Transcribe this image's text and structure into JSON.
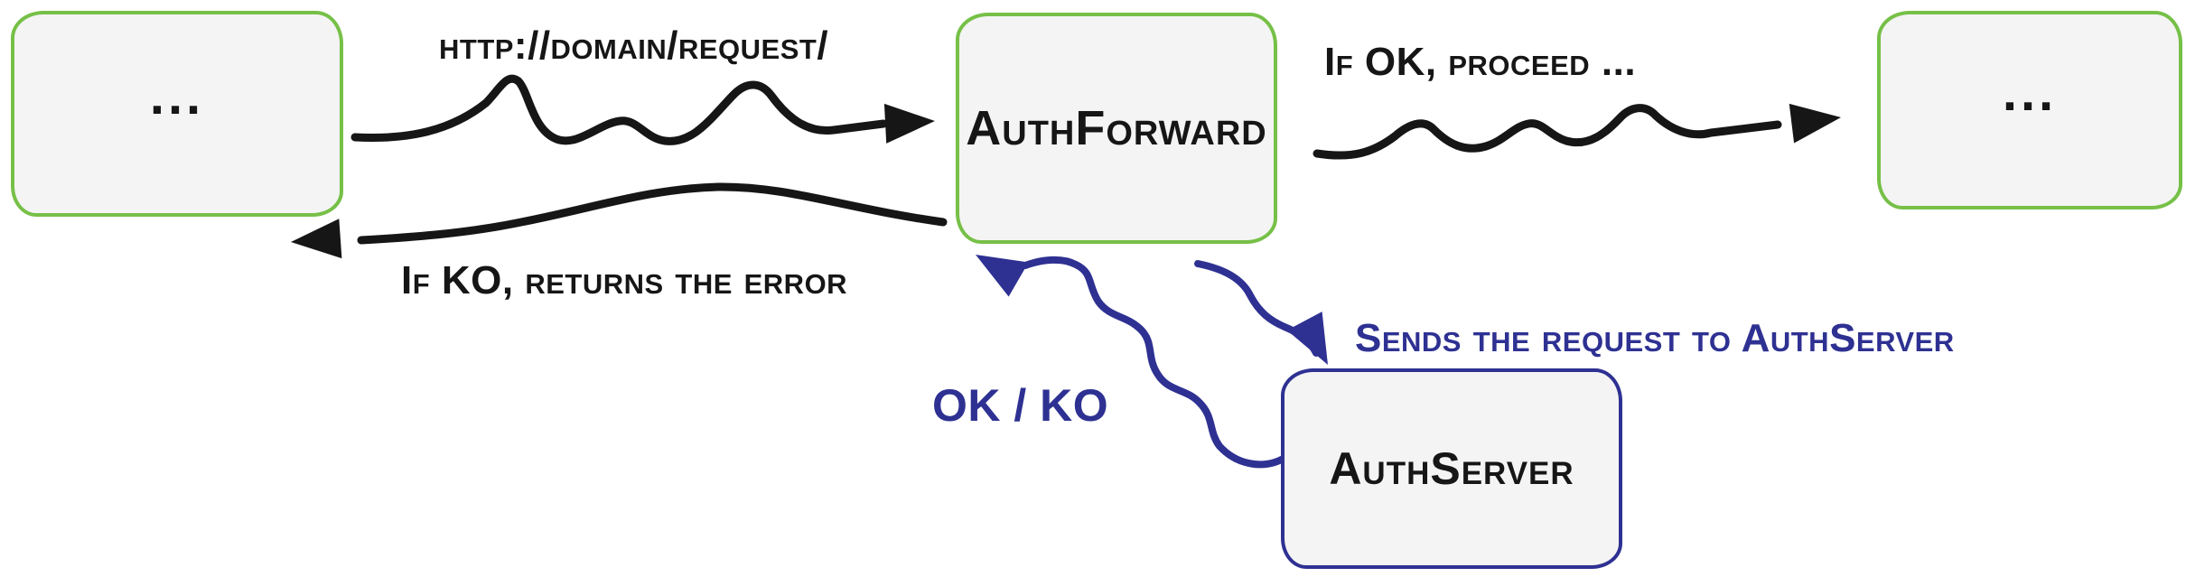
{
  "colors": {
    "green_border": "#76c047",
    "blue": "#2e3192",
    "ink": "#161616",
    "node_fill": "#f4f4f4"
  },
  "nodes": {
    "client_left": {
      "label": "..."
    },
    "auth_forward": {
      "label": "AuthForward"
    },
    "client_right": {
      "label": "..."
    },
    "auth_server": {
      "label": "AuthServer"
    }
  },
  "edges": {
    "request": {
      "label": "http://domain/request/"
    },
    "ok_proceed": {
      "label": "If OK, proceed ..."
    },
    "ko_return": {
      "label": "If KO, returns the error"
    },
    "send_to_authserver": {
      "label": "Sends the request to AuthServer"
    },
    "ok_ko": {
      "label": "OK / KO"
    }
  }
}
